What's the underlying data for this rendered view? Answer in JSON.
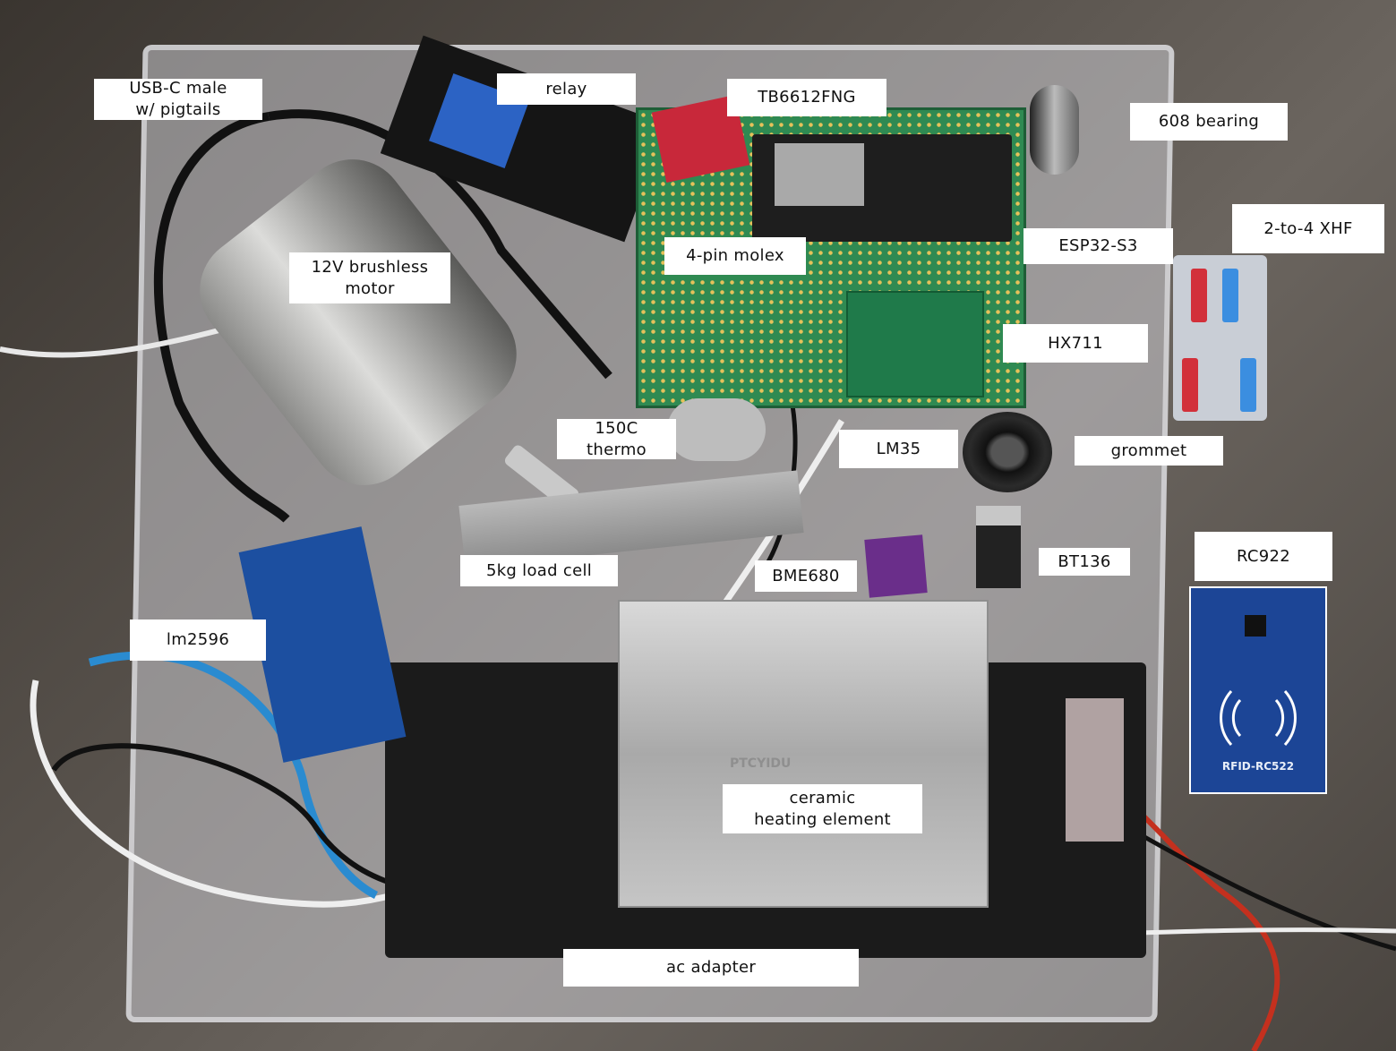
{
  "labels": {
    "usb_c": "USB-C male\nw/ pigtails",
    "relay": "relay",
    "tb6612": "TB6612FNG",
    "bearing": "608  bearing",
    "xhf": "2-to-4 XHF",
    "esp32": "ESP32-S3",
    "molex": "4-pin molex",
    "motor": "12V brushless\nmotor",
    "hx711": "HX711",
    "thermo": "150C\nthermo",
    "lm35": "LM35",
    "grommet": "grommet",
    "loadcell": "5kg load cell",
    "bme680": "BME680",
    "bt136": "BT136",
    "rc922": "RC922",
    "lm2596": "lm2596",
    "heater": "ceramic\nheating element",
    "ac_adapter": "ac adapter"
  },
  "printed": {
    "rfid_board": "RFID-RC522",
    "heater_brand": "PTCYIDU"
  },
  "colors": {
    "label_bg": "#ffffff",
    "label_text": "#111111"
  }
}
